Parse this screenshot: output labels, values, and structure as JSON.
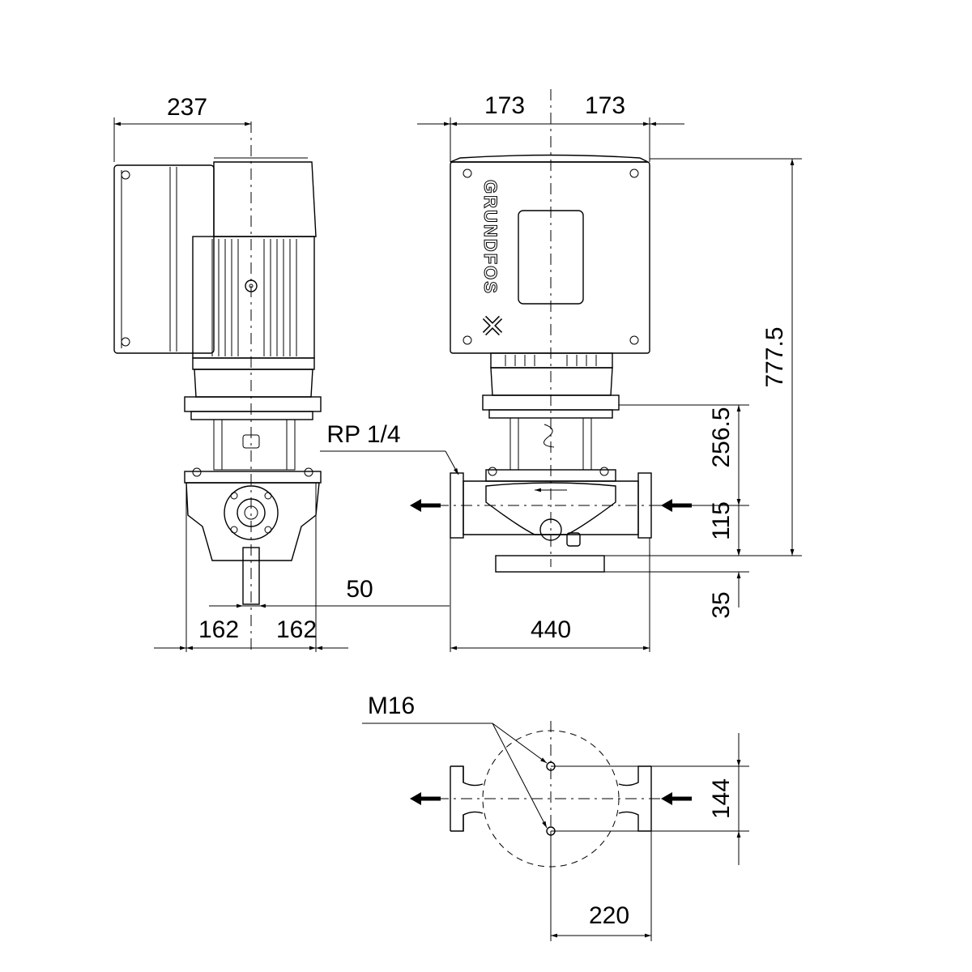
{
  "dimensions": {
    "left_motor_width": "237",
    "front_half_left": "173",
    "front_half_right": "173",
    "overall_height": "777.5",
    "motor_to_center": "256.5",
    "center_to_base": "115",
    "base_height": "35",
    "side_left": "162",
    "side_right": "162",
    "drain_offset": "50",
    "port_to_port": "440",
    "bolt_spacing": "144",
    "base_width": "220"
  },
  "labels": {
    "vent_port": "RP 1/4",
    "bolt_thread": "M16",
    "brand": "GRUNDFOS"
  },
  "icons": {
    "flow_arrow": "arrow-left-icon",
    "brand_mark": "grundfos-x-icon"
  }
}
